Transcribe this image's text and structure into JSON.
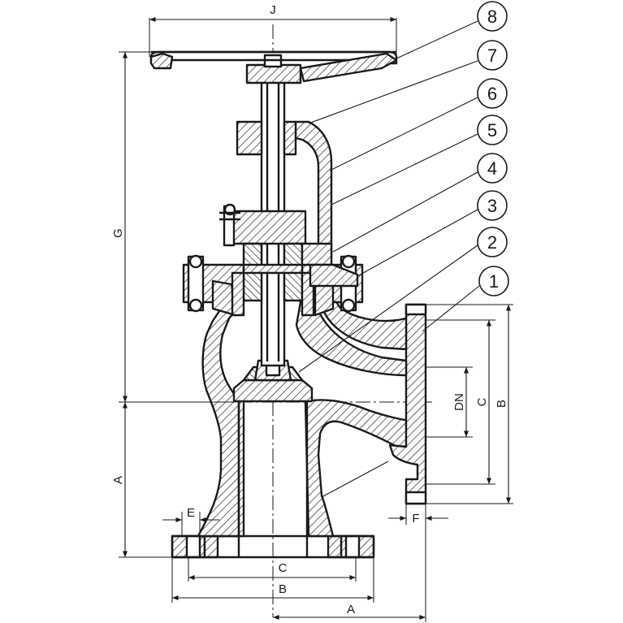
{
  "dimension_labels": {
    "J": "J",
    "G": "G",
    "A_left": "A",
    "A_bottom": "A",
    "E": "E",
    "F": "F",
    "C_bottom": "C",
    "B_bottom": "B",
    "DN": "DN",
    "C_right": "C",
    "B_right": "B"
  },
  "part_callouts": [
    "8",
    "7",
    "6",
    "5",
    "4",
    "3",
    "2",
    "1"
  ]
}
